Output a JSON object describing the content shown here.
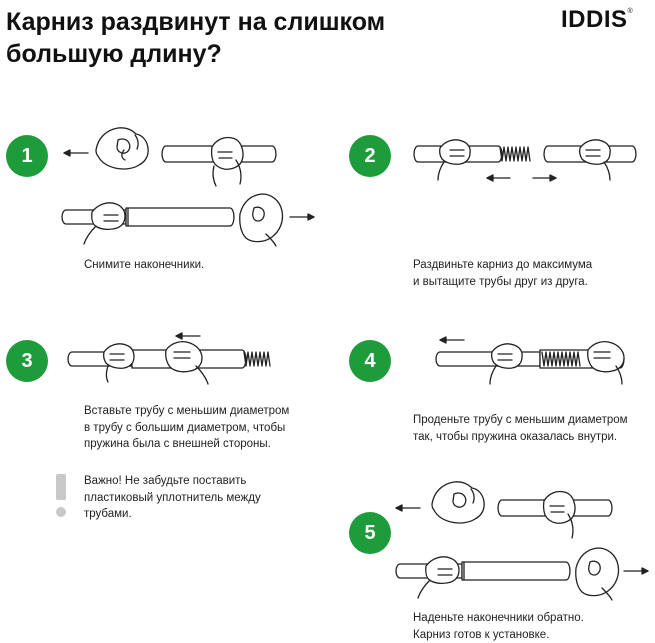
{
  "header": {
    "title_line1": "Карниз раздвинут на слишком",
    "title_line2": "большую длину?",
    "brand": "IDDIS",
    "brand_mark": "®"
  },
  "steps": [
    {
      "number": "1",
      "caption": "Снимите наконечники."
    },
    {
      "number": "2",
      "caption": "Раздвиньте карниз до максимума\nи вытащите трубы друг из друга."
    },
    {
      "number": "3",
      "caption": "Вставьте трубу с меньшим диаметром\nв трубу с большим диаметром, чтобы\nпружина была с внешней стороны."
    },
    {
      "number": "4",
      "caption": "Проденьте трубу с меньшим диаметром\nтак, чтобы пружина оказалась внутри."
    },
    {
      "number": "5",
      "caption": "Наденьте наконечники обратно.\nКарниз готов к установке."
    }
  ],
  "note": {
    "text": "Важно! Не забудьте поставить\nпластиковый уплотнитель между\nтрубами."
  },
  "colors": {
    "badge": "#1e9b3a",
    "line": "#222222",
    "skin": "#ffffff",
    "warning": "#c9c9c9"
  },
  "icons": [
    "hand-icon",
    "tube-icon",
    "spring-icon",
    "arrow-icon",
    "exclamation-icon"
  ]
}
